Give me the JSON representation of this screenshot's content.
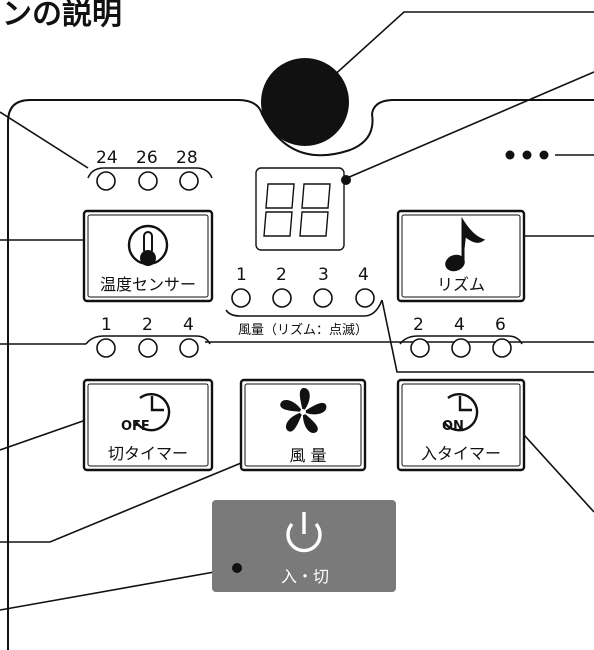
{
  "title": "ンの説明",
  "temperature_values": [
    "24",
    "26",
    "28"
  ],
  "temp_sensor_label": "温度センサー",
  "rhythm_label": "リズム",
  "fan_levels": [
    "1",
    "2",
    "3",
    "4"
  ],
  "fan_caption": "風量（リズム：点滅）",
  "off_timer_values": [
    "1",
    "2",
    "4"
  ],
  "on_timer_values": [
    "2",
    "4",
    "6"
  ],
  "off_timer_label": "切タイマー",
  "off_icon_text": "OFF",
  "fan_label": "風 量",
  "on_timer_label": "入タイマー",
  "on_icon_text": "ON",
  "power_label": "入・切",
  "colors": {
    "power_button": "#7a7a7a",
    "sensor_circle": "#111111",
    "outline": "#111111"
  }
}
